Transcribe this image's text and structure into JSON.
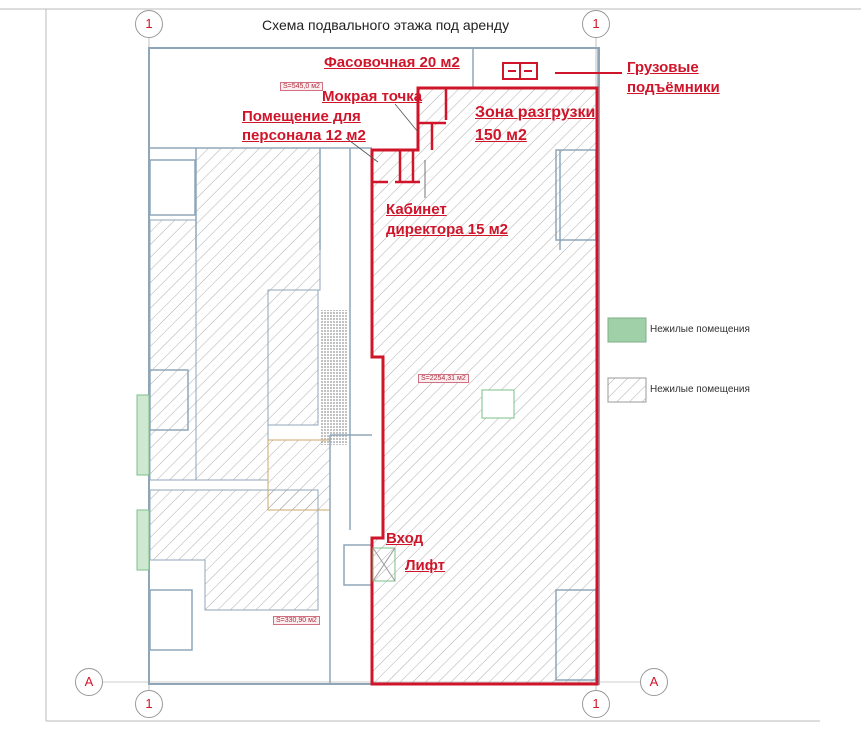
{
  "title": "Схема подвального этажа под аренду",
  "labels": {
    "packing": "Фасовочная 20 м2",
    "freight_lifts_1": "Грузовые",
    "freight_lifts_2": "подъёмники",
    "wet_point": "Мокрая точка",
    "staff_room_1": "Помещение для",
    "staff_room_2": "персонала 12 м2",
    "unloading_1": "Зона разгрузки",
    "unloading_2": "150 м2",
    "director_1": "Кабинет",
    "director_2": "директора 15 м2",
    "entrance": "Вход",
    "lift": "Лифт"
  },
  "areas": {
    "top_left": "S=545,0 м2",
    "main": "S=2254,31 м2",
    "bottom": "S=330,90 м2"
  },
  "legend": [
    {
      "label": "Нежилые помещения",
      "color": "#9fd0a8"
    },
    {
      "label": "Нежилые помещения",
      "pattern": "hatch"
    }
  ],
  "axes": {
    "top_left": "1",
    "top_right": "1",
    "bottom_left": "1",
    "bottom_right": "1",
    "row_left": "A",
    "row_right": "A"
  },
  "colors": {
    "accent": "#d0142a",
    "wall": "#8fa6b8",
    "hatch": "#999999"
  }
}
